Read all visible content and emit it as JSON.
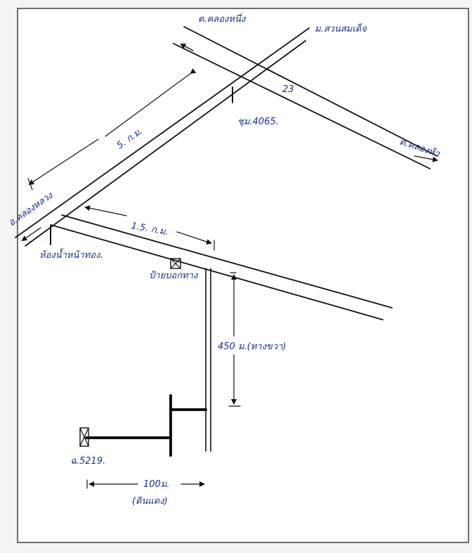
{
  "map": {
    "labels": {
      "top_left_place": "ต.คลองหนึ่ง",
      "top_right_place": "ม.สวนสมเด็จ",
      "right_place": "ต.คลองห้า",
      "left_place": "อ.คลองหลวง",
      "road_number_top": "23",
      "marker_label_top": "ชุม.4065.",
      "distance_diagonal": "5. ก.ม.",
      "distance_side_road": "1.5. ก.ม.",
      "landmark_junction": "ห้องน้ำหน้าทอง.",
      "landmark_sign": "ป้ายบอกทาง",
      "distance_vertical": "450 ม.(ทางขวา)",
      "parcel_label": "ฉ.5219.",
      "distance_bottom": "100ม.",
      "bottom_note": "(ดินแดง)"
    },
    "colors": {
      "ink": "#111111",
      "pen": "#1a2f8a",
      "paper": "#f4f4f2"
    }
  }
}
